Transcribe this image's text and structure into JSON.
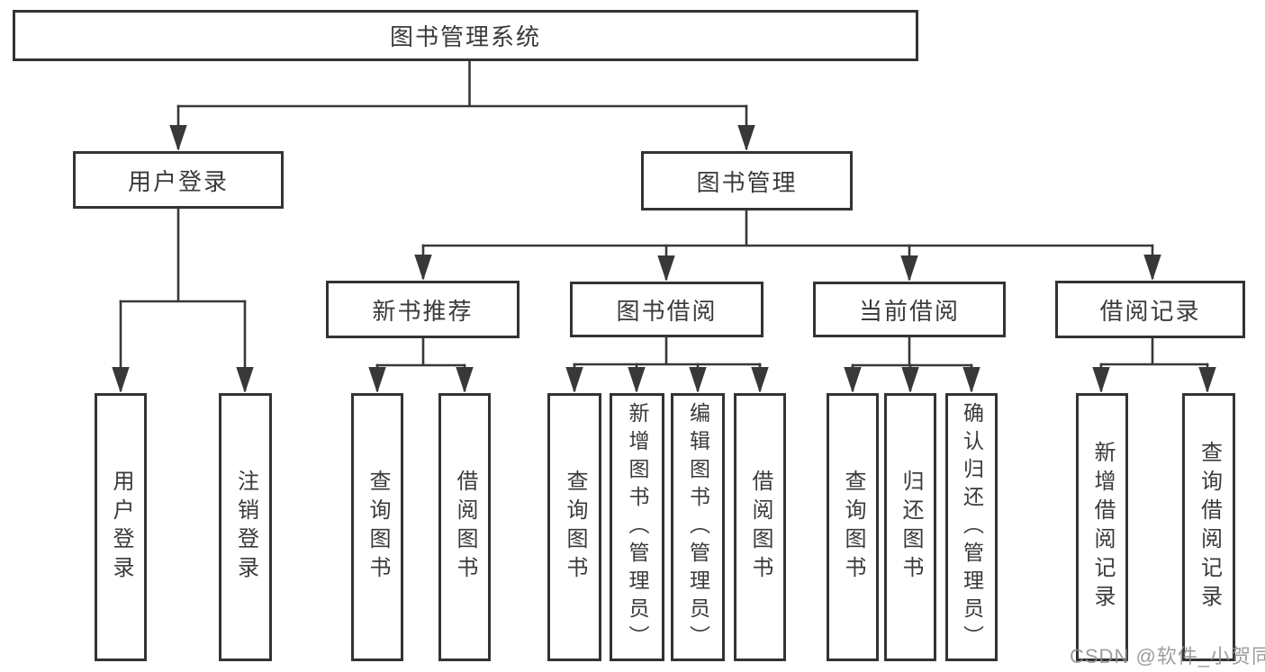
{
  "diagram": {
    "root": "图书管理系统",
    "level2": [
      "用户登录",
      "图书管理"
    ],
    "level3": [
      "新书推荐",
      "图书借阅",
      "当前借阅",
      "借阅记录"
    ],
    "leaves": [
      "用户登录",
      "注销登录",
      "查询图书",
      "借阅图书",
      "查询图书",
      "新增图书（管理员）",
      "编辑图书（管理员）",
      "借阅图书",
      "查询图书",
      "归还图书",
      "确认归还（管理员）",
      "新增借阅记录",
      "查询借阅记录"
    ]
  },
  "watermark": {
    "text": "CSDN @软件_小贺同学"
  },
  "colors": {
    "line": "#383838",
    "border": "#333333",
    "text": "#3a3a3a",
    "background": "#ffffff",
    "watermark": "#8c8c8c"
  }
}
